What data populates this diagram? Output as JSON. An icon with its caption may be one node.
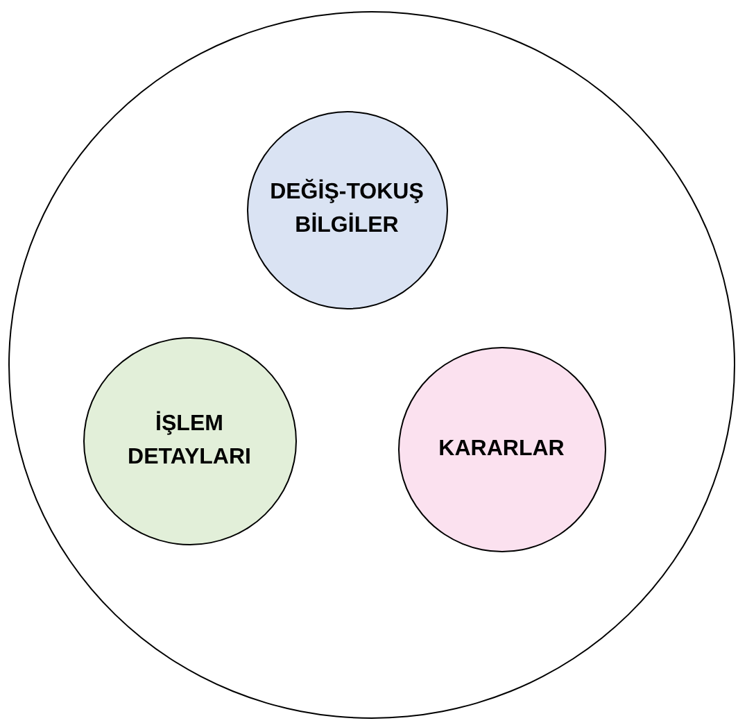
{
  "diagram": {
    "nodes": [
      {
        "text": [],
        "shape": "circle"
      },
      {
        "text": [
          "DEĞİŞ-TOKUŞ BİLGİLER"
        ],
        "in": 0
      },
      {
        "text": [
          "İŞLEM DETAYLARI"
        ],
        "in": 0
      },
      {
        "text": [
          "KARARLAR"
        ],
        "in": 0
      }
    ]
  }
}
